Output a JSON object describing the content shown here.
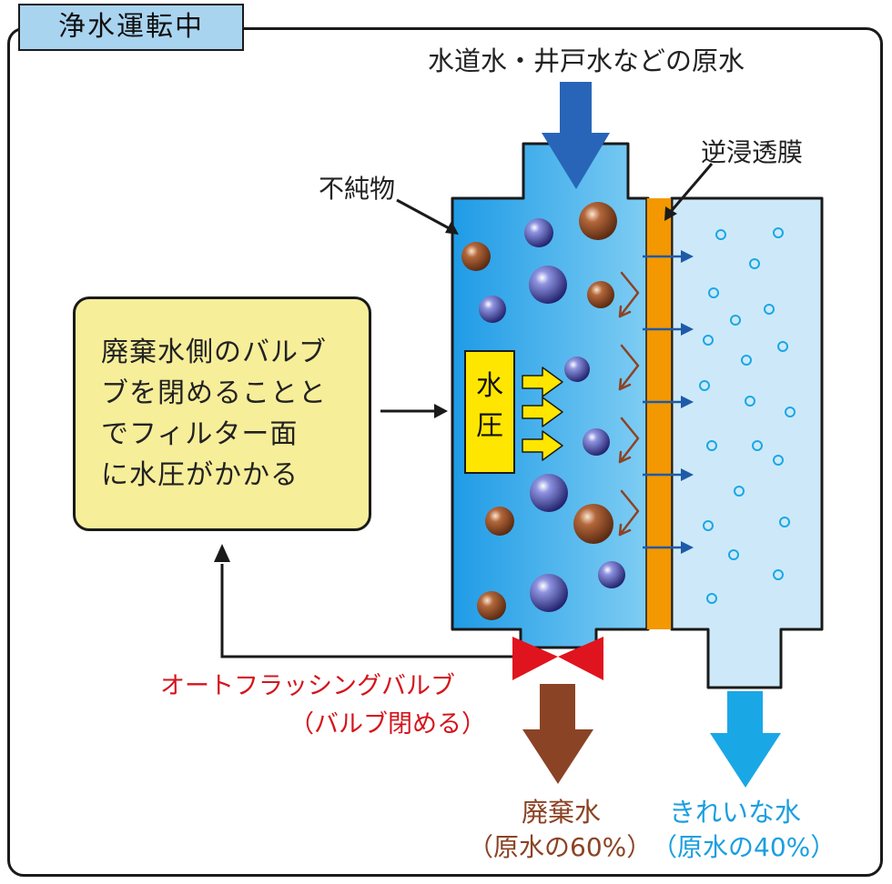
{
  "mode_label": "浄水運転中",
  "labels": {
    "source_water": "水道水・井戸水などの原水",
    "membrane": "逆浸透膜",
    "impurities": "不純物",
    "valve": "オートフラッシングバルブ",
    "valve_state": "（バルブ閉める）",
    "waste_water": "廃棄水",
    "waste_ratio": "（原水の60%）",
    "clean_water": "きれいな水",
    "clean_ratio": "（原水の40%）"
  },
  "note_lines": [
    "廃棄水側のバルブ",
    "ブを閉めることと",
    "でフィルター面",
    "に水圧がかかる"
  ],
  "pressure_label": [
    "水",
    "圧"
  ],
  "colors": {
    "feed_water": "#2aa4e8",
    "clean_water": "#cde9f9",
    "membrane": "#f39800",
    "waste_arrow": "#8b4325",
    "source_arrow": "#2865b8",
    "clean_arrow": "#1aa7e6",
    "valve": "#e0141e",
    "note_box": "#f7ee9a",
    "pressure_box": "#ffe600"
  }
}
